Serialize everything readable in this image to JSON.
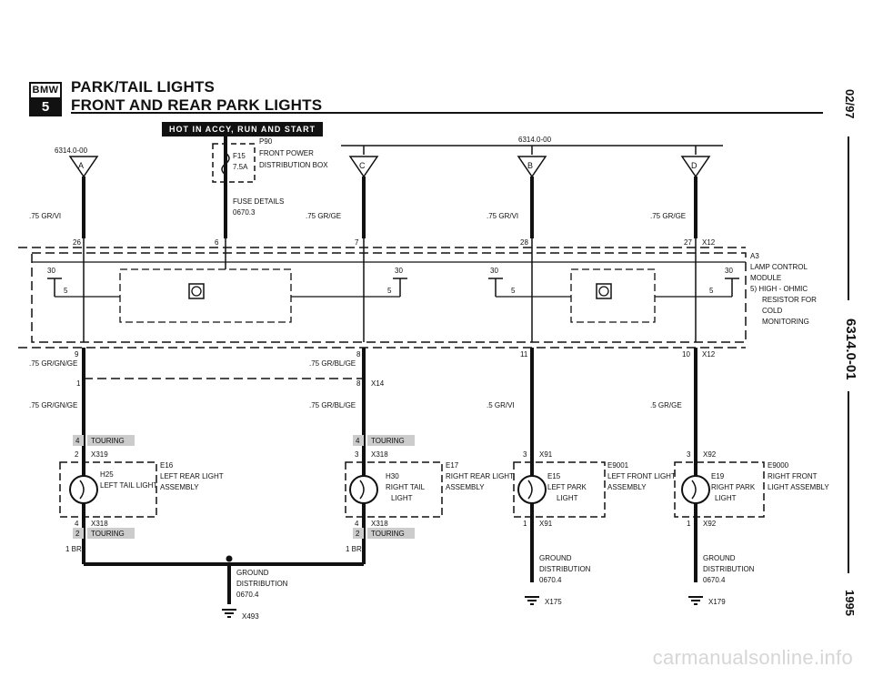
{
  "header": {
    "logo_top": "BMW",
    "logo_bottom": "5",
    "title": "PARK/TAIL LIGHTS",
    "subtitle": "FRONT AND REAR PARK LIGHTS",
    "banner": "HOT IN ACCY, RUN AND START"
  },
  "side": {
    "date": "02/97",
    "code": "6314.0-01",
    "year": "1995"
  },
  "fuse": {
    "ref_left": "6314.0-00",
    "ref_mid": "6314.0-00",
    "name": "F15",
    "rating": "7.5A",
    "box_id": "P90",
    "box_line1": "FRONT POWER",
    "box_line2": "DISTRIBUTION BOX",
    "details1": "FUSE DETAILS",
    "details2": "0670.3"
  },
  "connectors": {
    "A": "A",
    "B": "B",
    "C": "C",
    "D": "D",
    "x12": "X12",
    "x12b": "X12",
    "x14": "X14",
    "x319": "X319",
    "x318a": "X318",
    "x318b": "X318",
    "x318c": "X318",
    "x91a": "X91",
    "x91b": "X91",
    "x92a": "X92",
    "x92b": "X92",
    "x493": "X493",
    "x175": "X175",
    "x179": "X179"
  },
  "pins": {
    "p26": "26",
    "p6": "6",
    "p7": "7",
    "p28": "28",
    "p27": "27",
    "p30a": "30",
    "p30b": "30",
    "p30c": "30",
    "p30d": "30",
    "p5a": "5",
    "p5b": "5",
    "p5c": "5",
    "p5d": "5",
    "p9": "9",
    "p8a": "8",
    "p11": "11",
    "p10": "10",
    "p1": "1",
    "p8b": "8",
    "p2": "2",
    "p3a": "3",
    "p3b": "3",
    "p3c": "3",
    "p4a": "4",
    "p4b": "4",
    "p1a": "1",
    "p1b": "1"
  },
  "wires": {
    "w1": ".75 GR/VI",
    "w2": ".75 GR/GE",
    "w3": ".75 GR/VI",
    "w4": ".75 GR/GE",
    "w5": ".75 GR/GN/GE",
    "w6": ".75 GR/BL/GE",
    "w7": ".75 GR/GN/GE",
    "w8": ".75 GR/BL/GE",
    "w9": ".5 GR/VI",
    "w10": ".5 GR/GE",
    "w11": "1 BR",
    "w12": "1 BR"
  },
  "module": {
    "id": "A3",
    "line1": "LAMP CONTROL",
    "line2": "MODULE",
    "note1": "5)  HIGH - OHMIC",
    "note2": "RESISTOR FOR",
    "note3": "COLD",
    "note4": "MONITORING"
  },
  "touring": {
    "t4a": "4",
    "t4b": "4",
    "t2a": "2",
    "t2b": "2",
    "label": "TOURING"
  },
  "lamps": {
    "h25_id": "H25",
    "h25_name": "LEFT TAIL LIGHT",
    "e16_id": "E16",
    "e16_l1": "LEFT REAR LIGHT",
    "e16_l2": "ASSEMBLY",
    "h30_id": "H30",
    "h30_l1": "RIGHT TAIL",
    "h30_l2": "LIGHT",
    "e17_id": "E17",
    "e17_l1": "RIGHT REAR LIGHT",
    "e17_l2": "ASSEMBLY",
    "e15_id": "E15",
    "e15_l1": "LEFT PARK",
    "e15_l2": "LIGHT",
    "e9001_id": "E9001",
    "e9001_l1": "LEFT FRONT LIGHT",
    "e9001_l2": "ASSEMBLY",
    "e19_id": "E19",
    "e19_l1": "RIGHT PARK",
    "e19_l2": "LIGHT",
    "e9000_id": "E9000",
    "e9000_l1": "RIGHT FRONT",
    "e9000_l2": "LIGHT ASSEMBLY"
  },
  "ground": {
    "l1": "GROUND",
    "l2": "DISTRIBUTION",
    "l3": "0670.4",
    "r1": "GROUND",
    "r2": "DISTRIBUTION",
    "r3": "0670.4",
    "s1": "GROUND",
    "s2": "DISTRIBUTION",
    "s3": "0670.4"
  },
  "footer": {
    "watermark": "carmanualsonline.info"
  }
}
